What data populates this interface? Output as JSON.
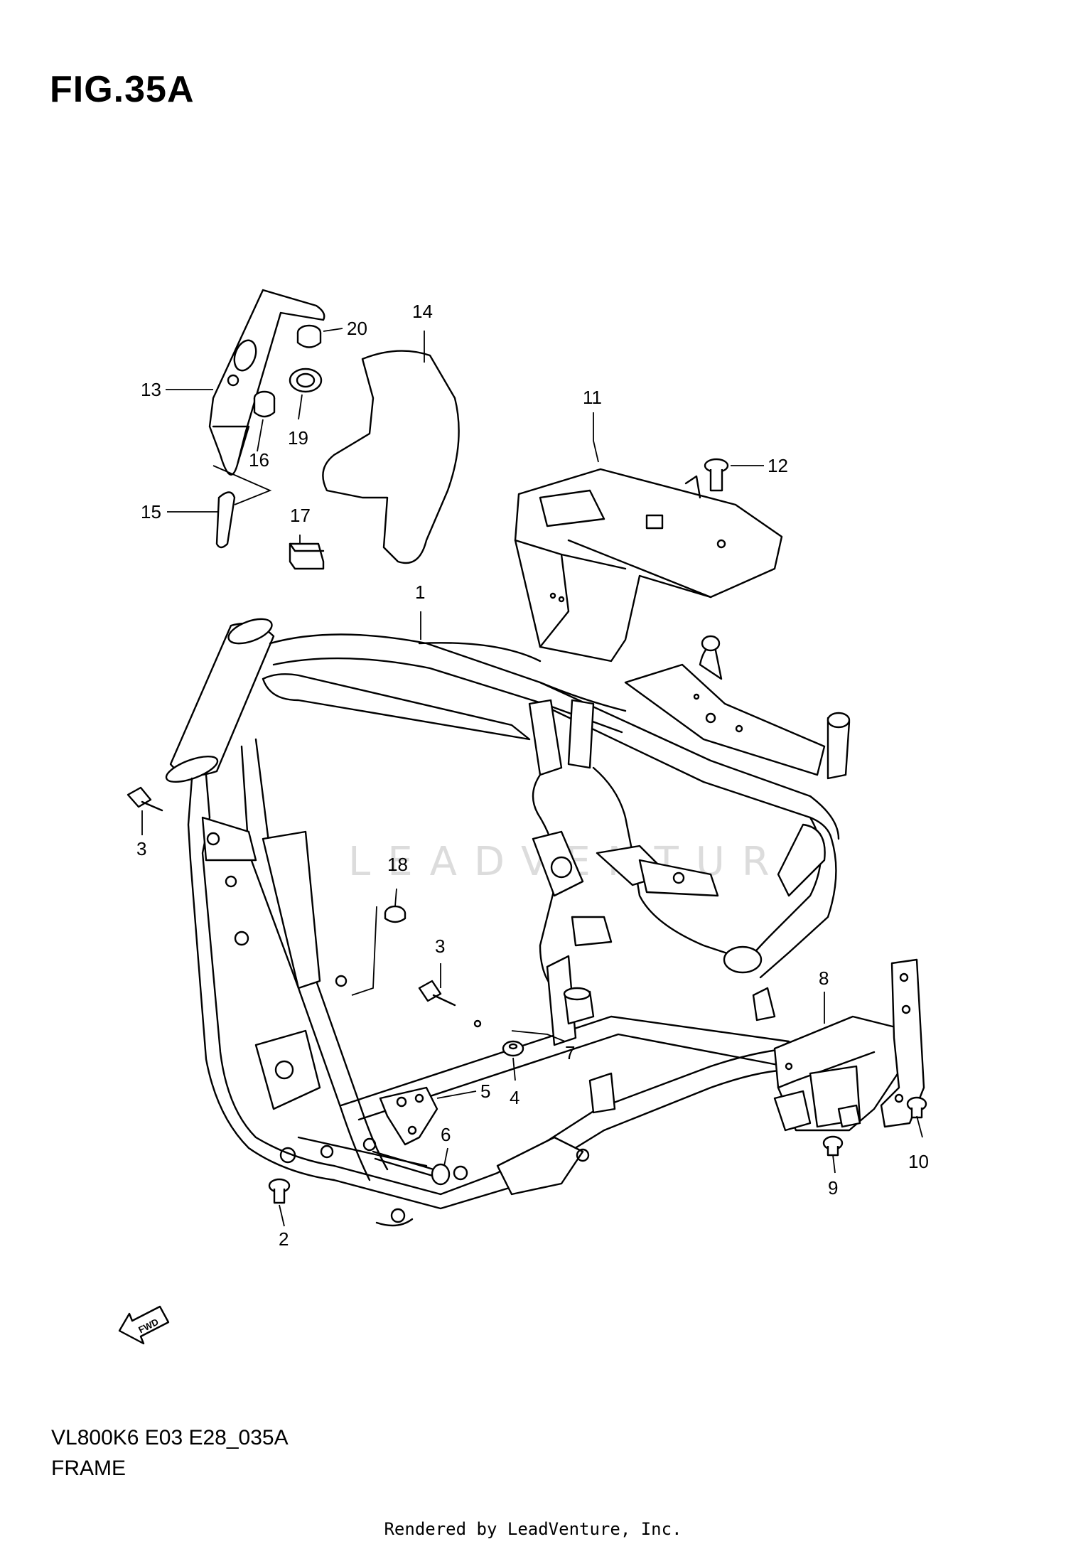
{
  "figure": {
    "title": "FIG.35A",
    "model_code": "VL800K6 E03 E28_035A",
    "section_name": "FRAME",
    "rendered_by": "Rendered by LeadVenture, Inc.",
    "watermark": "LEADVENTURE",
    "fwd_label": "FWD"
  },
  "callouts": [
    {
      "id": "1",
      "label": "1"
    },
    {
      "id": "2",
      "label": "2"
    },
    {
      "id": "3a",
      "label": "3"
    },
    {
      "id": "3b",
      "label": "3"
    },
    {
      "id": "4",
      "label": "4"
    },
    {
      "id": "5",
      "label": "5"
    },
    {
      "id": "6",
      "label": "6"
    },
    {
      "id": "7",
      "label": "7"
    },
    {
      "id": "8",
      "label": "8"
    },
    {
      "id": "9",
      "label": "9"
    },
    {
      "id": "10",
      "label": "10"
    },
    {
      "id": "11",
      "label": "11"
    },
    {
      "id": "12",
      "label": "12"
    },
    {
      "id": "13",
      "label": "13"
    },
    {
      "id": "14",
      "label": "14"
    },
    {
      "id": "15",
      "label": "15"
    },
    {
      "id": "16",
      "label": "16"
    },
    {
      "id": "17",
      "label": "17"
    },
    {
      "id": "18",
      "label": "18"
    },
    {
      "id": "19",
      "label": "19"
    },
    {
      "id": "20",
      "label": "20"
    }
  ]
}
